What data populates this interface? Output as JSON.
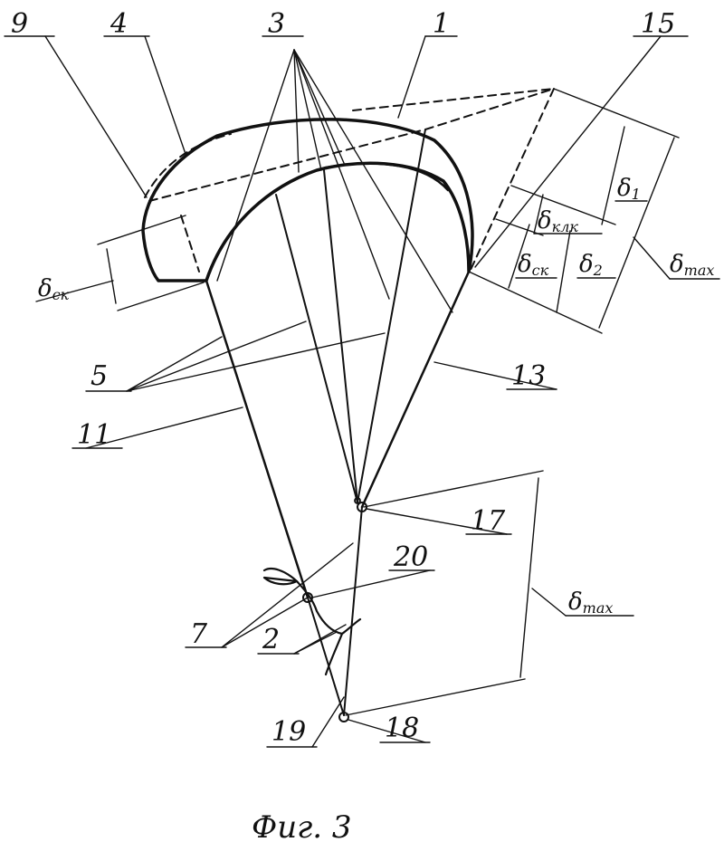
{
  "figure": {
    "caption": "Фиг. 3",
    "labels": {
      "l1": "1",
      "l2": "2",
      "l3": "3",
      "l4": "4",
      "l5": "5",
      "l7": "7",
      "l9": "9",
      "l11": "11",
      "l13": "13",
      "l15": "15",
      "l17": "17",
      "l18": "18",
      "l19": "19",
      "l20": "20"
    },
    "dimensions": {
      "d_ck_left": {
        "sym": "δ",
        "sub": "ск"
      },
      "d_1": {
        "sym": "δ",
        "sub": "1"
      },
      "d_klk": {
        "sym": "δ",
        "sub": "клк"
      },
      "d_ck_right": {
        "sym": "δ",
        "sub": "ск"
      },
      "d_2": {
        "sym": "δ",
        "sub": "2"
      },
      "d_max_top": {
        "sym": "δ",
        "sub": "max"
      },
      "d_max_bottom": {
        "sym": "δ",
        "sub": "max"
      }
    },
    "colors": {
      "ink": "#111111",
      "paper": "#ffffff"
    }
  }
}
